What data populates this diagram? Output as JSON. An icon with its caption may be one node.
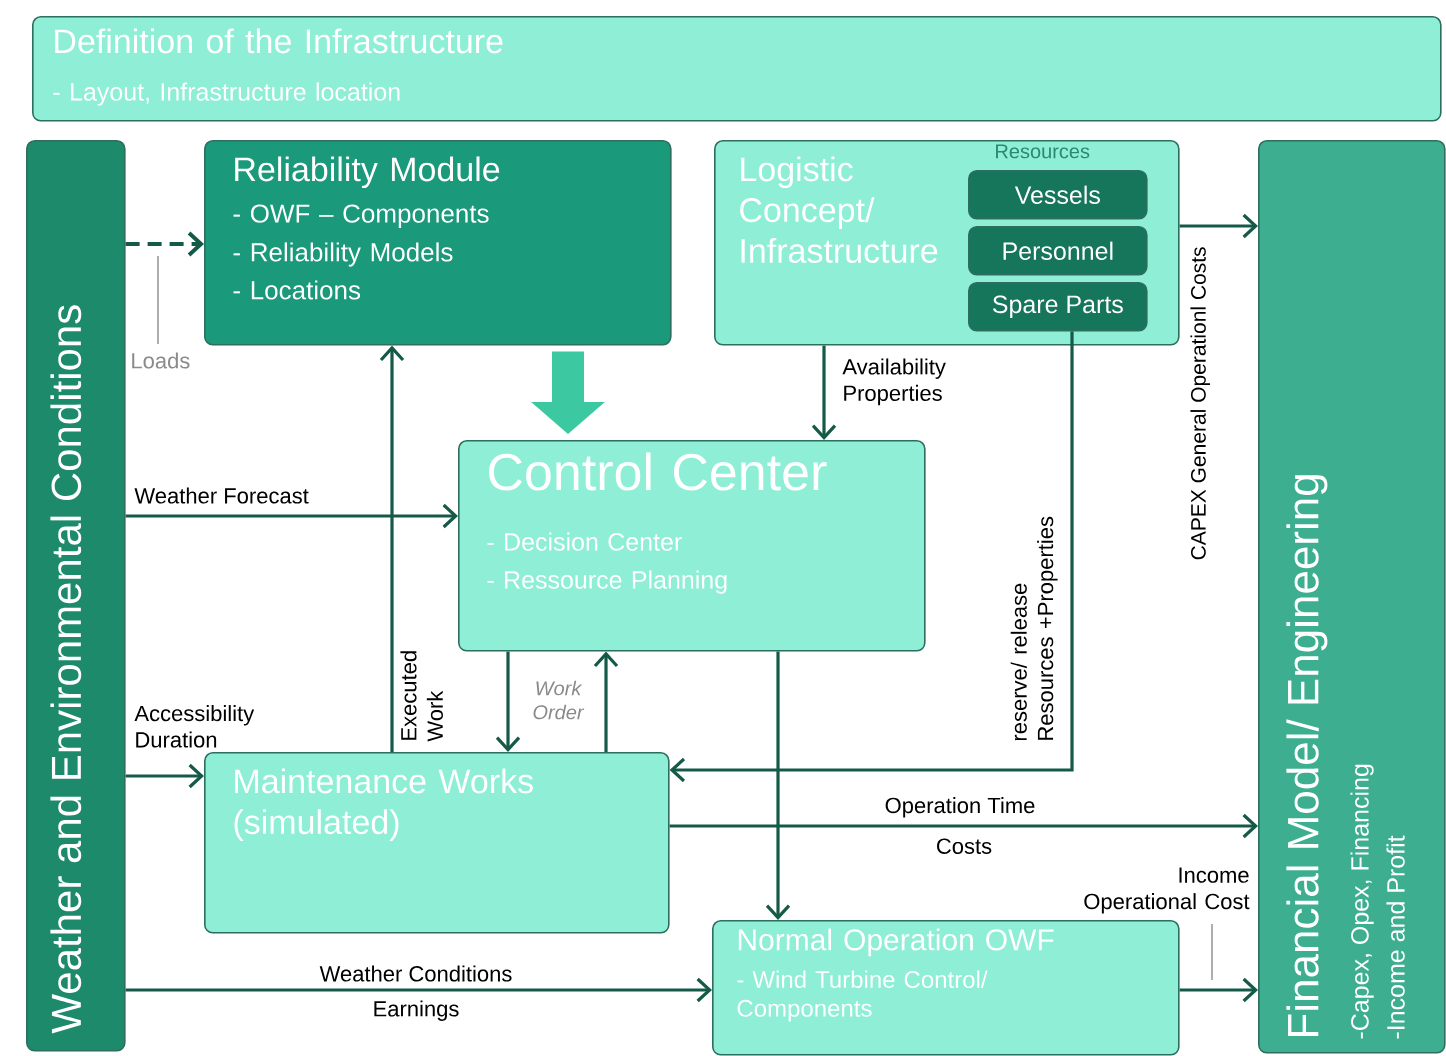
{
  "diagram": {
    "nodes": [
      {
        "text": [
          "Definition of the Infrastructure",
          "- Layout, Infrastructure location"
        ]
      },
      {
        "text": [
          "Weather and Environmental Conditions"
        ]
      },
      {
        "text": [
          "Reliability Module",
          "- OWF – Components",
          "- Reliability Models",
          "- Locations"
        ]
      },
      {
        "text": [
          "Logistic Concept/ Infrastructure",
          "Resources"
        ]
      },
      {
        "text": [
          "Vessels"
        ],
        "in": 3
      },
      {
        "text": [
          "Personnel"
        ],
        "in": 3
      },
      {
        "text": [
          "Spare Parts"
        ],
        "in": 3
      },
      {
        "text": [
          "Control Center",
          "- Decision Center",
          "- Ressource Planning"
        ]
      },
      {
        "text": [
          "Financial Model/ Engineering",
          "-Capex, Opex, Financing",
          "-Income and Profit"
        ]
      },
      {
        "text": [
          "Maintenance Works (simulated)"
        ]
      },
      {
        "text": [
          "Normal Operation OWF",
          "- Wind Turbine Control/ Components"
        ]
      }
    ],
    "edges": [
      {
        "from": 1,
        "to": 2,
        "arrow": "to",
        "label": "Loads",
        "style": "dashed"
      },
      {
        "from": 2,
        "to": 7,
        "arrow": "to",
        "style": "thick",
        "color": "#3cc9a1"
      },
      {
        "from": 1,
        "to": 7,
        "arrow": "to",
        "label": "Weather Forecast"
      },
      {
        "from": 3,
        "to": 7,
        "arrow": "to",
        "label": "Availability Properties"
      },
      {
        "from": 3,
        "to": 8,
        "arrow": "to",
        "label": "CAPEX General Operationl Costs"
      },
      {
        "from": 9,
        "to": 2,
        "arrow": "to",
        "label": "Executed Work"
      },
      {
        "from": 7,
        "to": 9,
        "arrow": "to",
        "label": "Work Order"
      },
      {
        "from": 9,
        "to": 7,
        "arrow": "to"
      },
      {
        "from": 6,
        "to": 9,
        "arrow": "to",
        "label": "reserve/ release Resources +Properties"
      },
      {
        "from": 1,
        "to": 9,
        "arrow": "to",
        "label": "Accessibility Duration"
      },
      {
        "from": 9,
        "to": 8,
        "arrow": "to",
        "label": "Operation Time"
      },
      {
        "from": 7,
        "to": 10,
        "arrow": "to"
      },
      {
        "from": 1,
        "to": 10,
        "arrow": "to",
        "label": "Weather Conditions"
      },
      {
        "from": 10,
        "to": 8,
        "arrow": "to",
        "label": "Income Operational Cost"
      }
    ],
    "labels": [
      "Costs",
      "Earnings"
    ]
  }
}
